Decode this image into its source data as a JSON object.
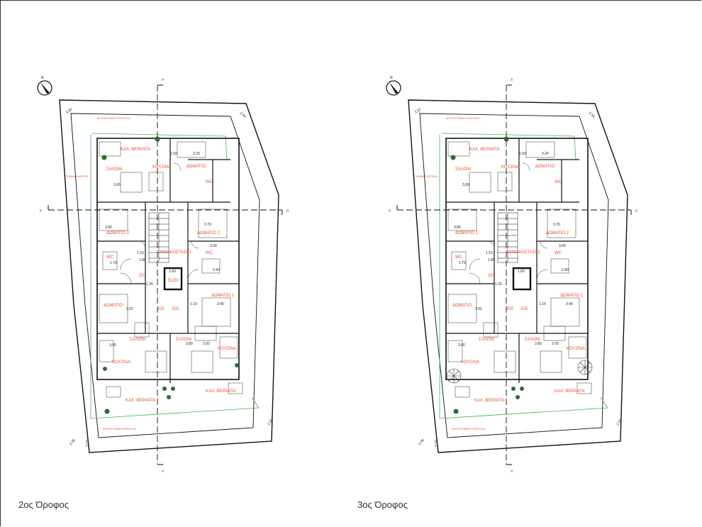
{
  "plans": [
    {
      "caption": "2ος Όροφος",
      "labels": {
        "veranda_top": "ΚΑΛ. ΒΕΡΑΝΤΑ",
        "veranda_bottom_left": "ΚΑΛ. ΒΕΡΑΝΤΑ",
        "veranda_bottom_right": "ΚΑΛ. ΒΕΡΑΝΤΑ",
        "saloni_top": "ΣΑΛΟΝΙ",
        "saloni_bl": "ΣΑΛΟΝΙ",
        "saloni_br": "ΣΑΛΟΝΙ",
        "kouzina_top": "ΚΟΥΖΙΝΑ",
        "kouzina_bl": "ΚΟΥΖΙΝΑ",
        "kouzina_br": "ΚΟΥΖΙΝΑ",
        "domatio_tr": "ΔΩΜΑΤΙΟ",
        "domatio2_left": "ΔΩΜΑΤΙΟ 2",
        "domatio2_right": "ΔΩΜΑΤΙΟ 2",
        "domatio_left": "ΔΩΜΑΤΙΟ",
        "domatio1_right": "ΔΩΜΑΤΙΟ 1",
        "wc_tr": "WC",
        "wc_left": "WC",
        "wc_right": "WC",
        "stair": "ΚΛΙΜΑΚΟΣΤΑΣΙΟ",
        "elev": "ELEV",
        "arch_top": "ΑΡΧΙΤΕΚΤΟΝΙΚΗ ΠΡΟΕΞΟΧΗ",
        "arch_bottom": "ΑΡΧΙΤΕΚΤΟΝΙΚΗ ΠΡΟΕΞΟΧΗ",
        "line3m": "ΓΡΑΜΜΗ 3 ΜΕΤΡΩΝ",
        "section_a": "A",
        "section_b": "B",
        "unit_201": "201",
        "unit_202": "202",
        "unit_203": "203"
      },
      "dims": [
        "3.20",
        "1.50",
        "3.00",
        "3.70",
        "3.80",
        "3.00",
        "1.10",
        "1.70",
        "1.80",
        "1.60",
        "1.25",
        "2.40",
        "3.40",
        "1.10",
        "3.00",
        "3.80",
        "2.60",
        "3.01",
        "2.87",
        "2.84",
        "2.00",
        "2.06",
        "3.10"
      ]
    },
    {
      "caption": "3ος Όροφος",
      "labels": {
        "veranda_top": "ΚΑΛ. ΒΕΡΑΝΤΑ",
        "veranda_bottom_left": "ΚΑΛ. ΒΕΡΑΝΤΑ",
        "veranda_bottom_right": "ΚΑΛ. ΒΕΡΑΝΤΑ",
        "saloni_top": "ΣΑΛΟΝΙ",
        "saloni_bl": "ΣΑΛΟΝΙ",
        "saloni_br": "ΣΑΛΟΝΙ",
        "kouzina_top": "ΚΟΥΖΙΝΑ",
        "kouzina_bl": "ΚΟΥΖΙΝΑ",
        "kouzina_br": "ΚΟΥΖΙΝΑ",
        "domatio_tr": "ΔΩΜΑΤΙΟ",
        "domatio2_left": "ΔΩΜΑΤΙΟ 2",
        "domatio2_right": "ΔΩΜΑΤΙΟ 2",
        "domatio_left": "ΔΩΜΑΤΙΟ",
        "domatio1_right": "ΔΩΜΑΤΙΟ 1",
        "wc_tr": "WC",
        "wc_left": "WC",
        "wc_right": "WC",
        "stair": "ΚΛΙΜΑΚΟΣΤΑΣΙΟ",
        "elev": "",
        "arch_top": "ΑΡΧΙΤΕΚΤΟΝΙΚΗ ΠΡΟΕΞΟΧΗ",
        "arch_bottom": "ΑΡΧΙΤΕΚΤΟΝΙΚΗ ΠΡΟΕΞΟΧΗ",
        "line3m": "ΓΡΑΜΜΗ 3 ΜΕΤΡΩΝ",
        "section_a": "A",
        "section_b": "B",
        "unit_201": "201",
        "unit_202": "202",
        "unit_203": "203"
      },
      "dims": [
        "3.20",
        "1.50",
        "3.00",
        "3.70",
        "3.80",
        "3.00",
        "1.10",
        "1.70",
        "1.80",
        "1.60",
        "1.25",
        "2.40",
        "3.40",
        "1.10",
        "3.00",
        "3.80",
        "2.60",
        "3.01",
        "2.87",
        "2.84",
        "2.00",
        "2.06",
        "3.10"
      ]
    }
  ],
  "colors": {
    "label": "#e8502a",
    "line": "#1a1a1a",
    "boundary_green": "#4caf50",
    "tree": "#2e6b34"
  }
}
